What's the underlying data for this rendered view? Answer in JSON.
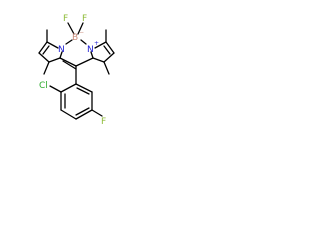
{
  "atoms": {
    "f_left": "F",
    "f_right": "F",
    "boron": "B",
    "boron_charge": "−",
    "n_left": "N",
    "n_right": "N",
    "n_right_charge": "+",
    "chlorine": "Cl",
    "fluorine_aryl": "F"
  },
  "colors": {
    "fluorine": "#8fbc3a",
    "nitrogen": "#1f1fd1",
    "boron": "#c98a7a",
    "chlorine": "#2eab2e",
    "bond": "#000000"
  }
}
